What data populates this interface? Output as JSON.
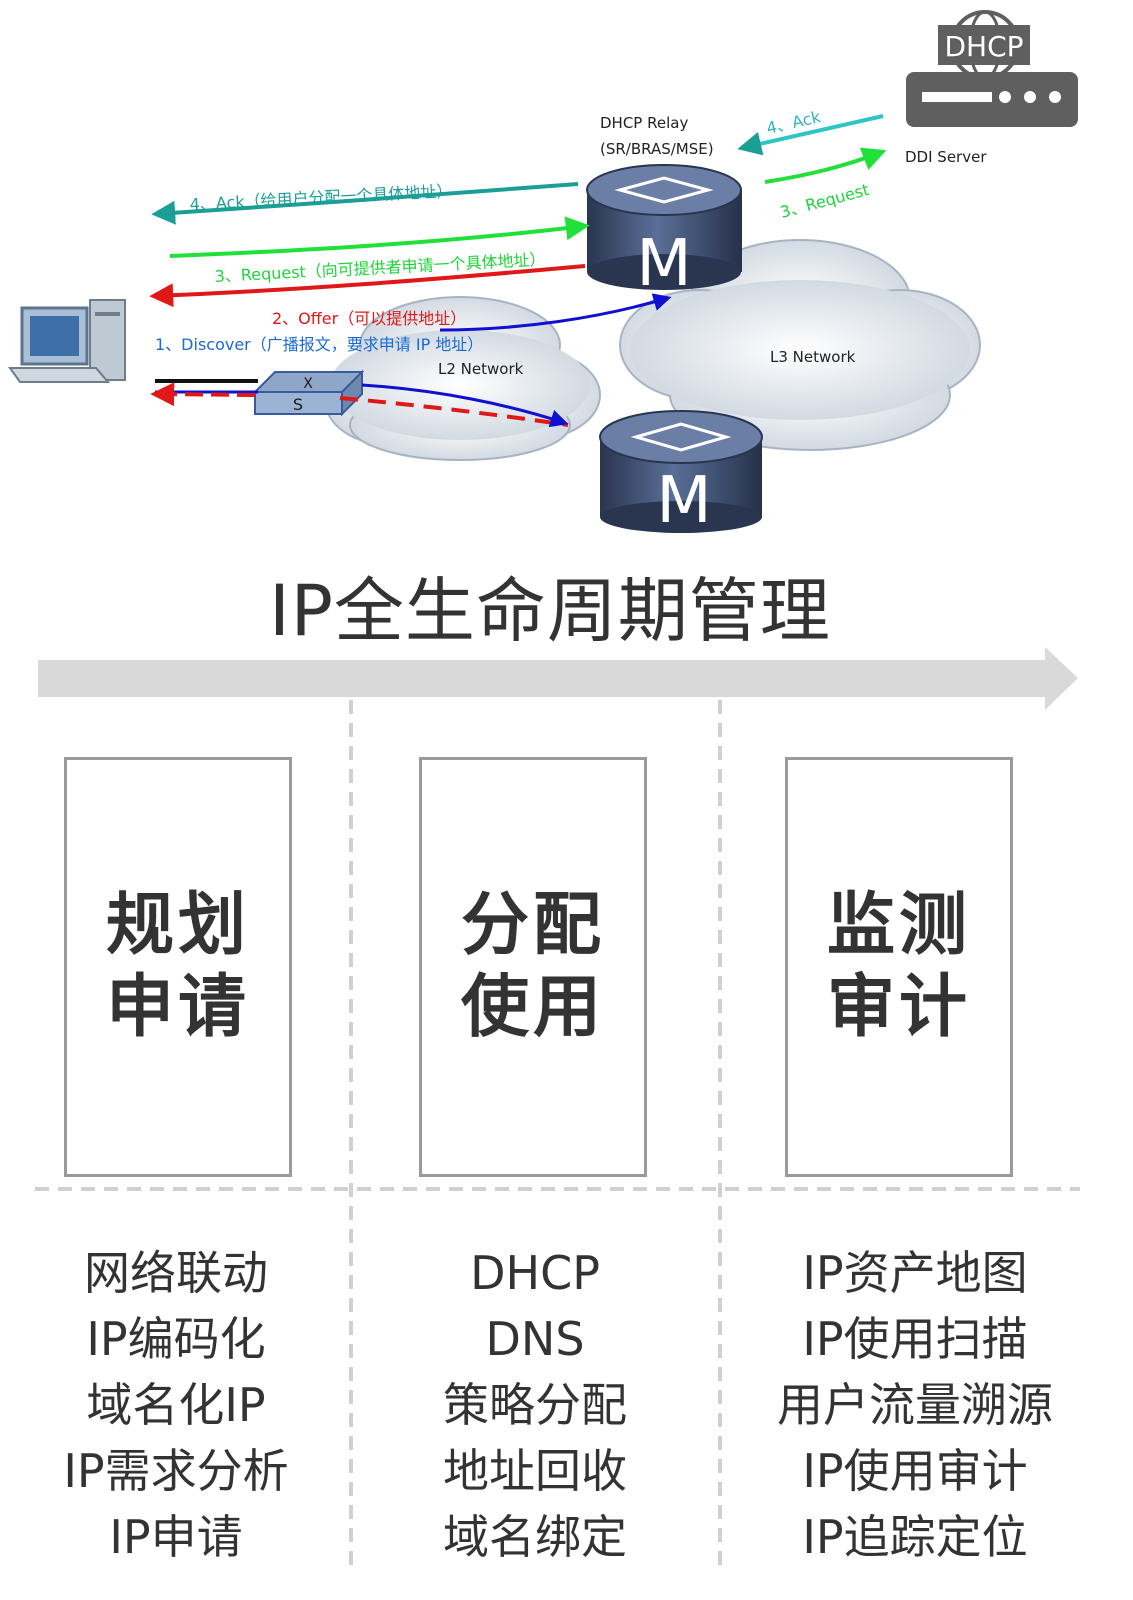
{
  "diagram": {
    "dhcp_logo": "DHCP",
    "server_label": "DDI Server",
    "relay_line1": "DHCP Relay",
    "relay_line2": "(SR/BRAS/MSE)",
    "ack_server": "4、Ack",
    "request_server": "3、Request",
    "ack_user": "4、Ack（给用户分配一个具体地址）",
    "request_user": "3、Request（向可提供者申请一个具体地址）",
    "offer": "2、Offer（可以提供地址）",
    "discover": "1、Discover（广播报文，要求申请 IP 地址）",
    "l2_network": "L2 Network",
    "l3_network": "L3  Network",
    "router_letter": "M",
    "switch_letter_top": "X",
    "switch_letter_bottom": "S"
  },
  "title": "IP全生命周期管理",
  "stages": [
    {
      "line1": "规划",
      "line2": "申请",
      "items": [
        "网络联动",
        "IP编码化",
        "域名化IP",
        "IP需求分析",
        "IP申请"
      ]
    },
    {
      "line1": "分配",
      "line2": "使用",
      "items": [
        "DHCP",
        "DNS",
        "策略分配",
        "地址回收",
        "域名绑定"
      ]
    },
    {
      "line1": "监测",
      "line2": "审计",
      "items": [
        "IP资产地图",
        "IP使用扫描",
        "用户流量溯源",
        "IP使用审计",
        "IP追踪定位"
      ]
    }
  ],
  "colors": {
    "ack": "#1a9e96",
    "request": "#22e03a",
    "offer": "#e01818",
    "discover": "#1010d0",
    "server_icon": "#5f5f5f",
    "router": "#3a4a6a",
    "arrow_band": "#d9d9d9",
    "stage_border": "#9a9a9a"
  }
}
